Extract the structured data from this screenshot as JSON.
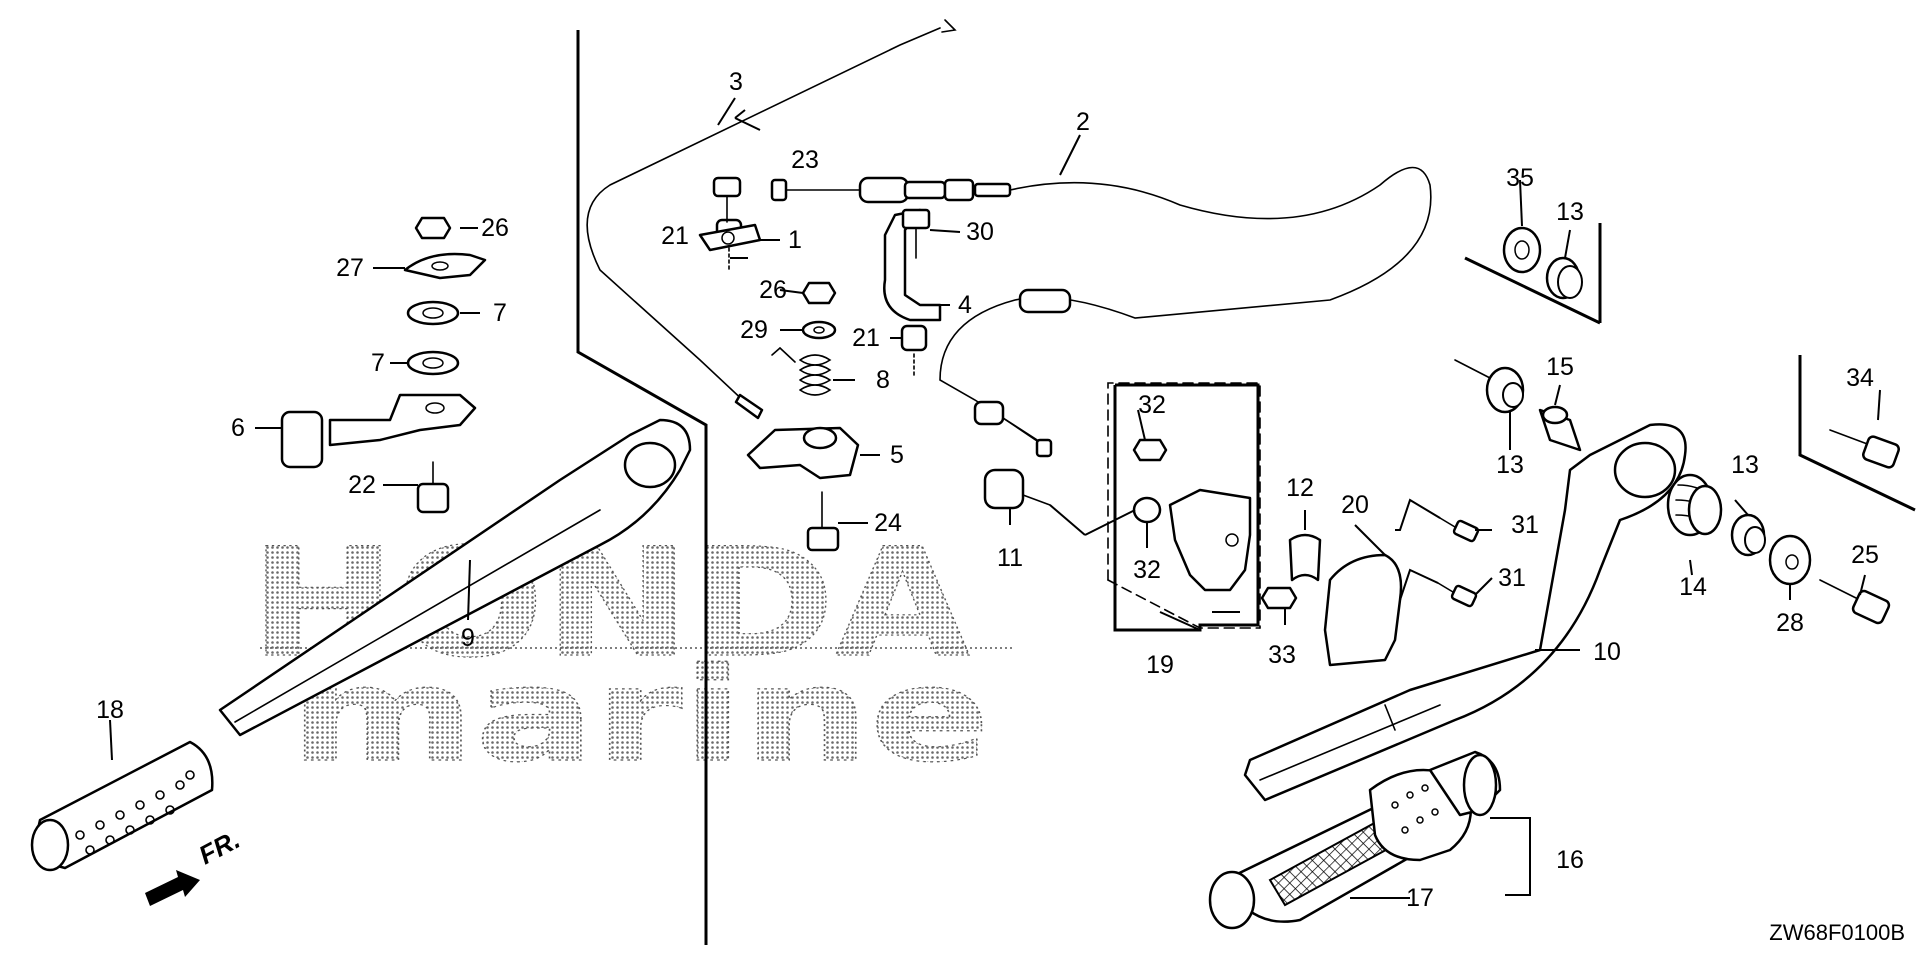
{
  "diagram": {
    "type": "exploded-parts-diagram",
    "code": "ZW68F0100B",
    "watermark": {
      "line1": "HONDA",
      "line2": "marine"
    },
    "front_arrow_label": "FR.",
    "callouts": [
      {
        "id": "c1",
        "number": "1"
      },
      {
        "id": "c2",
        "number": "2"
      },
      {
        "id": "c3",
        "number": "3"
      },
      {
        "id": "c4",
        "number": "4"
      },
      {
        "id": "c5",
        "number": "5"
      },
      {
        "id": "c6",
        "number": "6"
      },
      {
        "id": "c7a",
        "number": "7"
      },
      {
        "id": "c7b",
        "number": "7"
      },
      {
        "id": "c8",
        "number": "8"
      },
      {
        "id": "c9",
        "number": "9"
      },
      {
        "id": "c10",
        "number": "10"
      },
      {
        "id": "c11",
        "number": "11"
      },
      {
        "id": "c12",
        "number": "12"
      },
      {
        "id": "c13a",
        "number": "13"
      },
      {
        "id": "c13b",
        "number": "13"
      },
      {
        "id": "c13c",
        "number": "13"
      },
      {
        "id": "c14",
        "number": "14"
      },
      {
        "id": "c15",
        "number": "15"
      },
      {
        "id": "c16",
        "number": "16"
      },
      {
        "id": "c17",
        "number": "17"
      },
      {
        "id": "c18",
        "number": "18"
      },
      {
        "id": "c19",
        "number": "19"
      },
      {
        "id": "c20",
        "number": "20"
      },
      {
        "id": "c21a",
        "number": "21"
      },
      {
        "id": "c21b",
        "number": "21"
      },
      {
        "id": "c22",
        "number": "22"
      },
      {
        "id": "c23",
        "number": "23"
      },
      {
        "id": "c24",
        "number": "24"
      },
      {
        "id": "c25",
        "number": "25"
      },
      {
        "id": "c26a",
        "number": "26"
      },
      {
        "id": "c26b",
        "number": "26"
      },
      {
        "id": "c27",
        "number": "27"
      },
      {
        "id": "c28",
        "number": "28"
      },
      {
        "id": "c29",
        "number": "29"
      },
      {
        "id": "c30",
        "number": "30"
      },
      {
        "id": "c31a",
        "number": "31"
      },
      {
        "id": "c31b",
        "number": "31"
      },
      {
        "id": "c32a",
        "number": "32"
      },
      {
        "id": "c32b",
        "number": "32"
      },
      {
        "id": "c33",
        "number": "33"
      },
      {
        "id": "c34",
        "number": "34"
      },
      {
        "id": "c35",
        "number": "35"
      }
    ]
  }
}
